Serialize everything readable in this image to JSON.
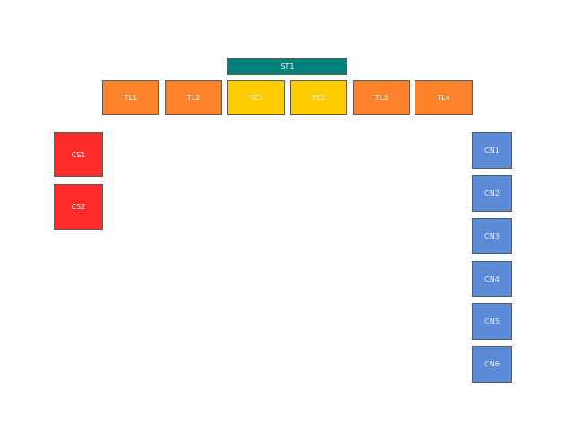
{
  "colors": {
    "teal": "#00827a",
    "orange": "#ff822d",
    "yellow": "#ffcc00",
    "red": "#ff2a2a",
    "blue": "#5b8bd6"
  },
  "top": {
    "st1": {
      "label": "ST1",
      "color": "#00827a"
    }
  },
  "row": {
    "tl1": {
      "label": "TL1",
      "color": "#ff822d"
    },
    "tl2": {
      "label": "TL2",
      "color": "#ff822d"
    },
    "tc1": {
      "label": "TC1",
      "color": "#ffcc00"
    },
    "tc2": {
      "label": "TC2",
      "color": "#ffcc00"
    },
    "tl3": {
      "label": "TL3",
      "color": "#ff822d"
    },
    "tl4": {
      "label": "TL4",
      "color": "#ff822d"
    }
  },
  "left": {
    "cs1": {
      "label": "CS1",
      "color": "#ff2a2a"
    },
    "cs2": {
      "label": "CS2",
      "color": "#ff2a2a"
    }
  },
  "right": {
    "cn1": {
      "label": "CN1",
      "color": "#5b8bd6"
    },
    "cn2": {
      "label": "CN2",
      "color": "#5b8bd6"
    },
    "cn3": {
      "label": "CN3",
      "color": "#5b8bd6"
    },
    "cn4": {
      "label": "CN4",
      "color": "#5b8bd6"
    },
    "cn5": {
      "label": "CN5",
      "color": "#5b8bd6"
    },
    "cn6": {
      "label": "CN6",
      "color": "#5b8bd6"
    }
  }
}
